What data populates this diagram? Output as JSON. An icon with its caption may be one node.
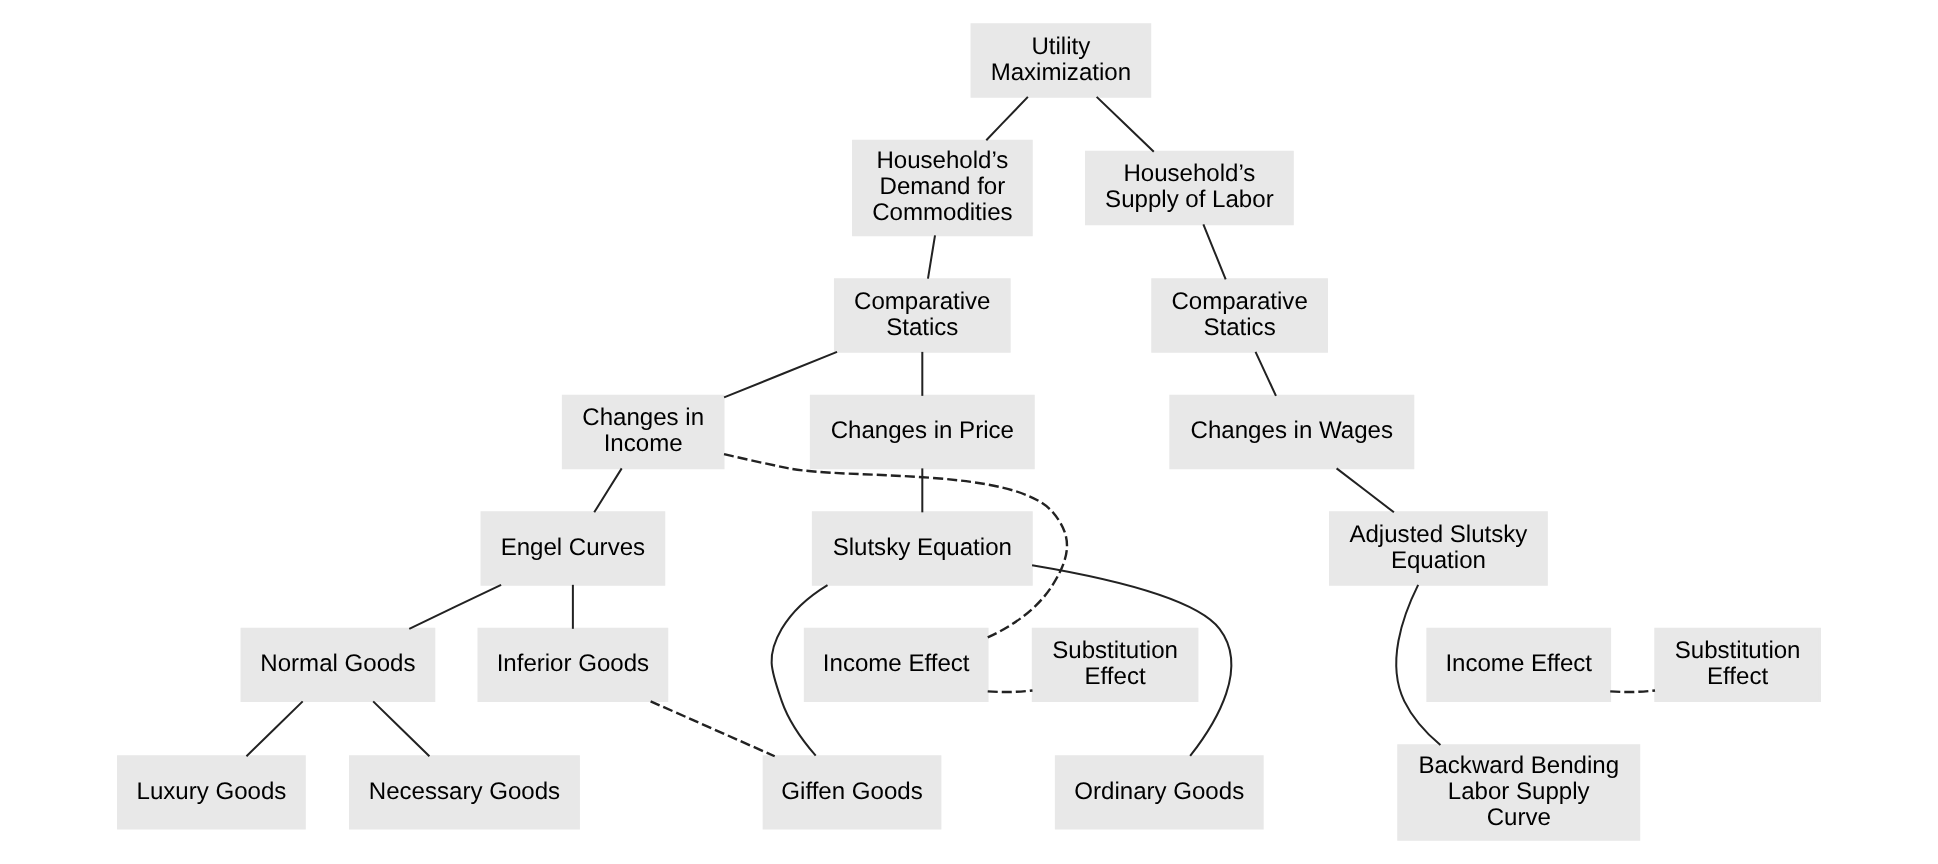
{
  "diagram": {
    "nodes": [
      {
        "text": [
          "Utility Maximization"
        ]
      },
      {
        "text": [
          "Household’s Demand for Commodities"
        ]
      },
      {
        "text": [
          "Household’s Supply of Labor"
        ]
      },
      {
        "text": [
          "Comparative Statics"
        ]
      },
      {
        "text": [
          "Changes in Income"
        ]
      },
      {
        "text": [
          "Changes in Price"
        ]
      },
      {
        "text": [
          "Engel Curves"
        ]
      },
      {
        "text": [
          "Normal Goods"
        ]
      },
      {
        "text": [
          "Inferior Goods"
        ]
      },
      {
        "text": [
          "Luxury Goods"
        ]
      },
      {
        "text": [
          "Necessary Goods"
        ]
      },
      {
        "text": [
          "Slutsky Equation"
        ]
      },
      {
        "text": [
          "Income Effect"
        ]
      },
      {
        "text": [
          "Substitution Effect"
        ]
      },
      {
        "text": [
          "Giffen Goods"
        ]
      },
      {
        "text": [
          "Ordinary Goods"
        ]
      },
      {
        "text": [
          "Comparative Statics"
        ]
      },
      {
        "text": [
          "Changes in Wages"
        ]
      },
      {
        "text": [
          "Adjusted Slutsky Equation"
        ]
      },
      {
        "text": [
          "Income Effect"
        ]
      },
      {
        "text": [
          "Substitution Effect"
        ]
      },
      {
        "text": [
          "Backward Bending Labor Supply Curve"
        ]
      }
    ],
    "edges": [
      {
        "from": 0,
        "to": 1,
        "arrow": "none"
      },
      {
        "from": 0,
        "to": 2,
        "arrow": "none"
      },
      {
        "from": 1,
        "to": 3,
        "arrow": "none"
      },
      {
        "from": 3,
        "to": 4,
        "arrow": "none"
      },
      {
        "from": 3,
        "to": 5,
        "arrow": "none"
      },
      {
        "from": 4,
        "to": 6,
        "arrow": "none"
      },
      {
        "from": 6,
        "to": 7,
        "arrow": "none"
      },
      {
        "from": 6,
        "to": 8,
        "arrow": "none"
      },
      {
        "from": 7,
        "to": 9,
        "arrow": "none"
      },
      {
        "from": 7,
        "to": 10,
        "arrow": "none"
      },
      {
        "from": 5,
        "to": 11,
        "arrow": "none"
      },
      {
        "from": 11,
        "to": 14,
        "arrow": "none"
      },
      {
        "from": 11,
        "to": 15,
        "arrow": "none"
      },
      {
        "from": 12,
        "to": 13,
        "arrow": "none",
        "style": "dashed"
      },
      {
        "from": 4,
        "to": 12,
        "arrow": "none",
        "style": "dashed"
      },
      {
        "from": 8,
        "to": 14,
        "arrow": "none",
        "style": "dashed"
      },
      {
        "from": 2,
        "to": 16,
        "arrow": "none"
      },
      {
        "from": 16,
        "to": 17,
        "arrow": "none"
      },
      {
        "from": 17,
        "to": 18,
        "arrow": "none"
      },
      {
        "from": 18,
        "to": 21,
        "arrow": "none"
      },
      {
        "from": 19,
        "to": 20,
        "arrow": "none",
        "style": "dashed"
      }
    ]
  }
}
